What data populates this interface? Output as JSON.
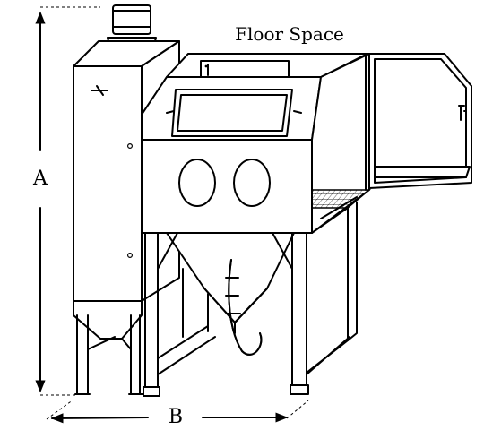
{
  "diagram": {
    "title": "Floor Space",
    "dimension_height_label": "A",
    "dimension_width_label": "B"
  }
}
